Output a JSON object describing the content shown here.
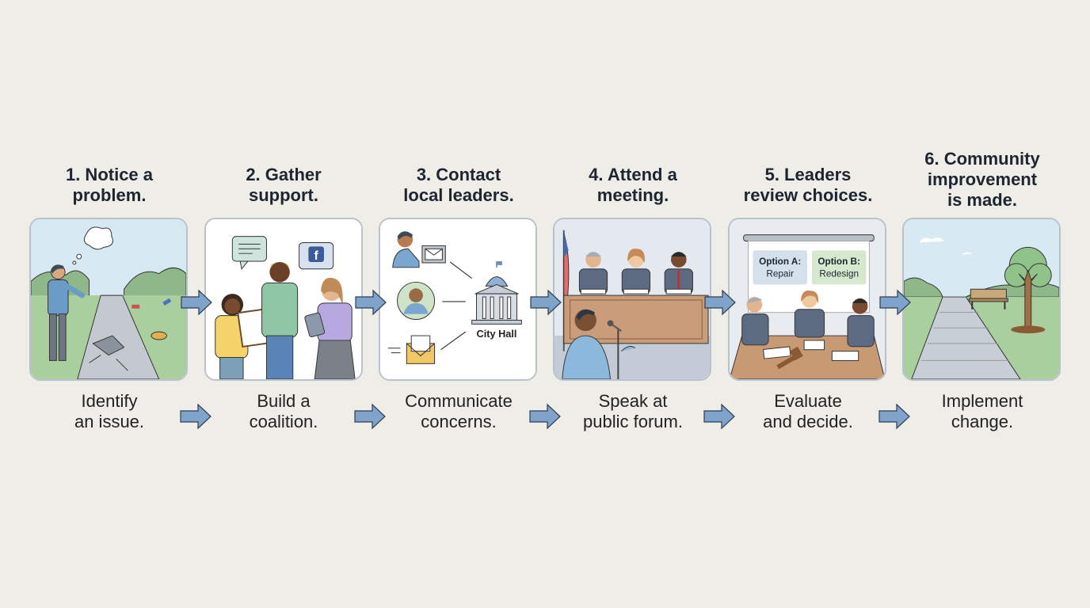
{
  "diagram": {
    "steps": [
      {
        "number": "1",
        "title": "1. Notice a\nproblem.",
        "caption": "Identify\nan issue.",
        "scene": "person-near-broken-sidewalk-and-litter"
      },
      {
        "number": "2",
        "title": "2. Gather\nsupport.",
        "caption": "Build a\ncoalition.",
        "scene": "three-people-with-petition-and-social-media"
      },
      {
        "number": "3",
        "title": "3. Contact\nlocal leaders.",
        "caption": "Communicate\nconcerns.",
        "scene": "email-phone-letter-to-city-hall",
        "label": "City Hall"
      },
      {
        "number": "4",
        "title": "4. Attend a\nmeeting.",
        "caption": "Speak at\npublic forum.",
        "scene": "speaker-at-council-meeting"
      },
      {
        "number": "5",
        "title": "5. Leaders\nreview choices.",
        "caption": "Evaluate\nand decide.",
        "scene": "leaders-at-table-reviewing-options",
        "options": [
          {
            "heading": "Option A:",
            "text": "Repair"
          },
          {
            "heading": "Option B:",
            "text": "Redesign"
          }
        ]
      },
      {
        "number": "6",
        "title": "6. Community\nimprovement\nis made.",
        "caption": "Implement\nchange.",
        "scene": "repaired-path-with-bench-and-tree"
      }
    ],
    "colors": {
      "background": "#efede8",
      "arrow_fill": "#7fa3c9",
      "arrow_stroke": "#2d3e50",
      "card_border": "#b9c2cb",
      "title_text": "#1c2530"
    }
  }
}
